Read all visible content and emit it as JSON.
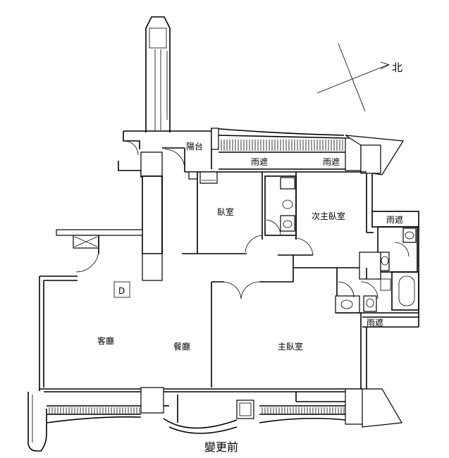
{
  "rooms": {
    "balcony": "陽台",
    "canopy_1": "雨遮",
    "canopy_2": "雨遮",
    "canopy_3": "雨遮",
    "canopy_4": "雨遮",
    "bedroom": "臥室",
    "second_master_bedroom": "次主臥室",
    "unit_label": "D",
    "living_room": "客廳",
    "dining_room": "餐廳",
    "master_bedroom": "主臥室"
  },
  "compass": {
    "north_label": "北"
  },
  "caption": "變更前"
}
